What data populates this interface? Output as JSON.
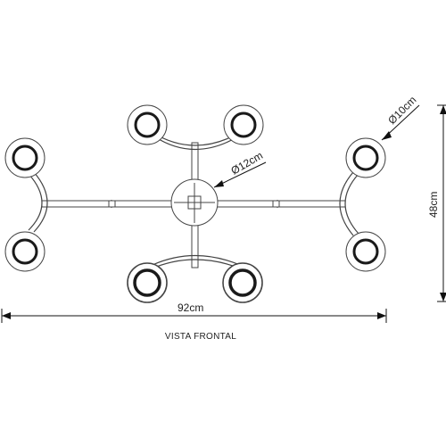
{
  "diagram": {
    "caption": "VISTA FRONTAL",
    "dimensions": {
      "width": "92cm",
      "height": "48cm",
      "canopy_diameter": "Ø12cm",
      "shade_diameter": "Ø10cm"
    }
  },
  "colors": {
    "line": "#444444",
    "ring": "#1a1a1a",
    "dimension": "#111111"
  }
}
